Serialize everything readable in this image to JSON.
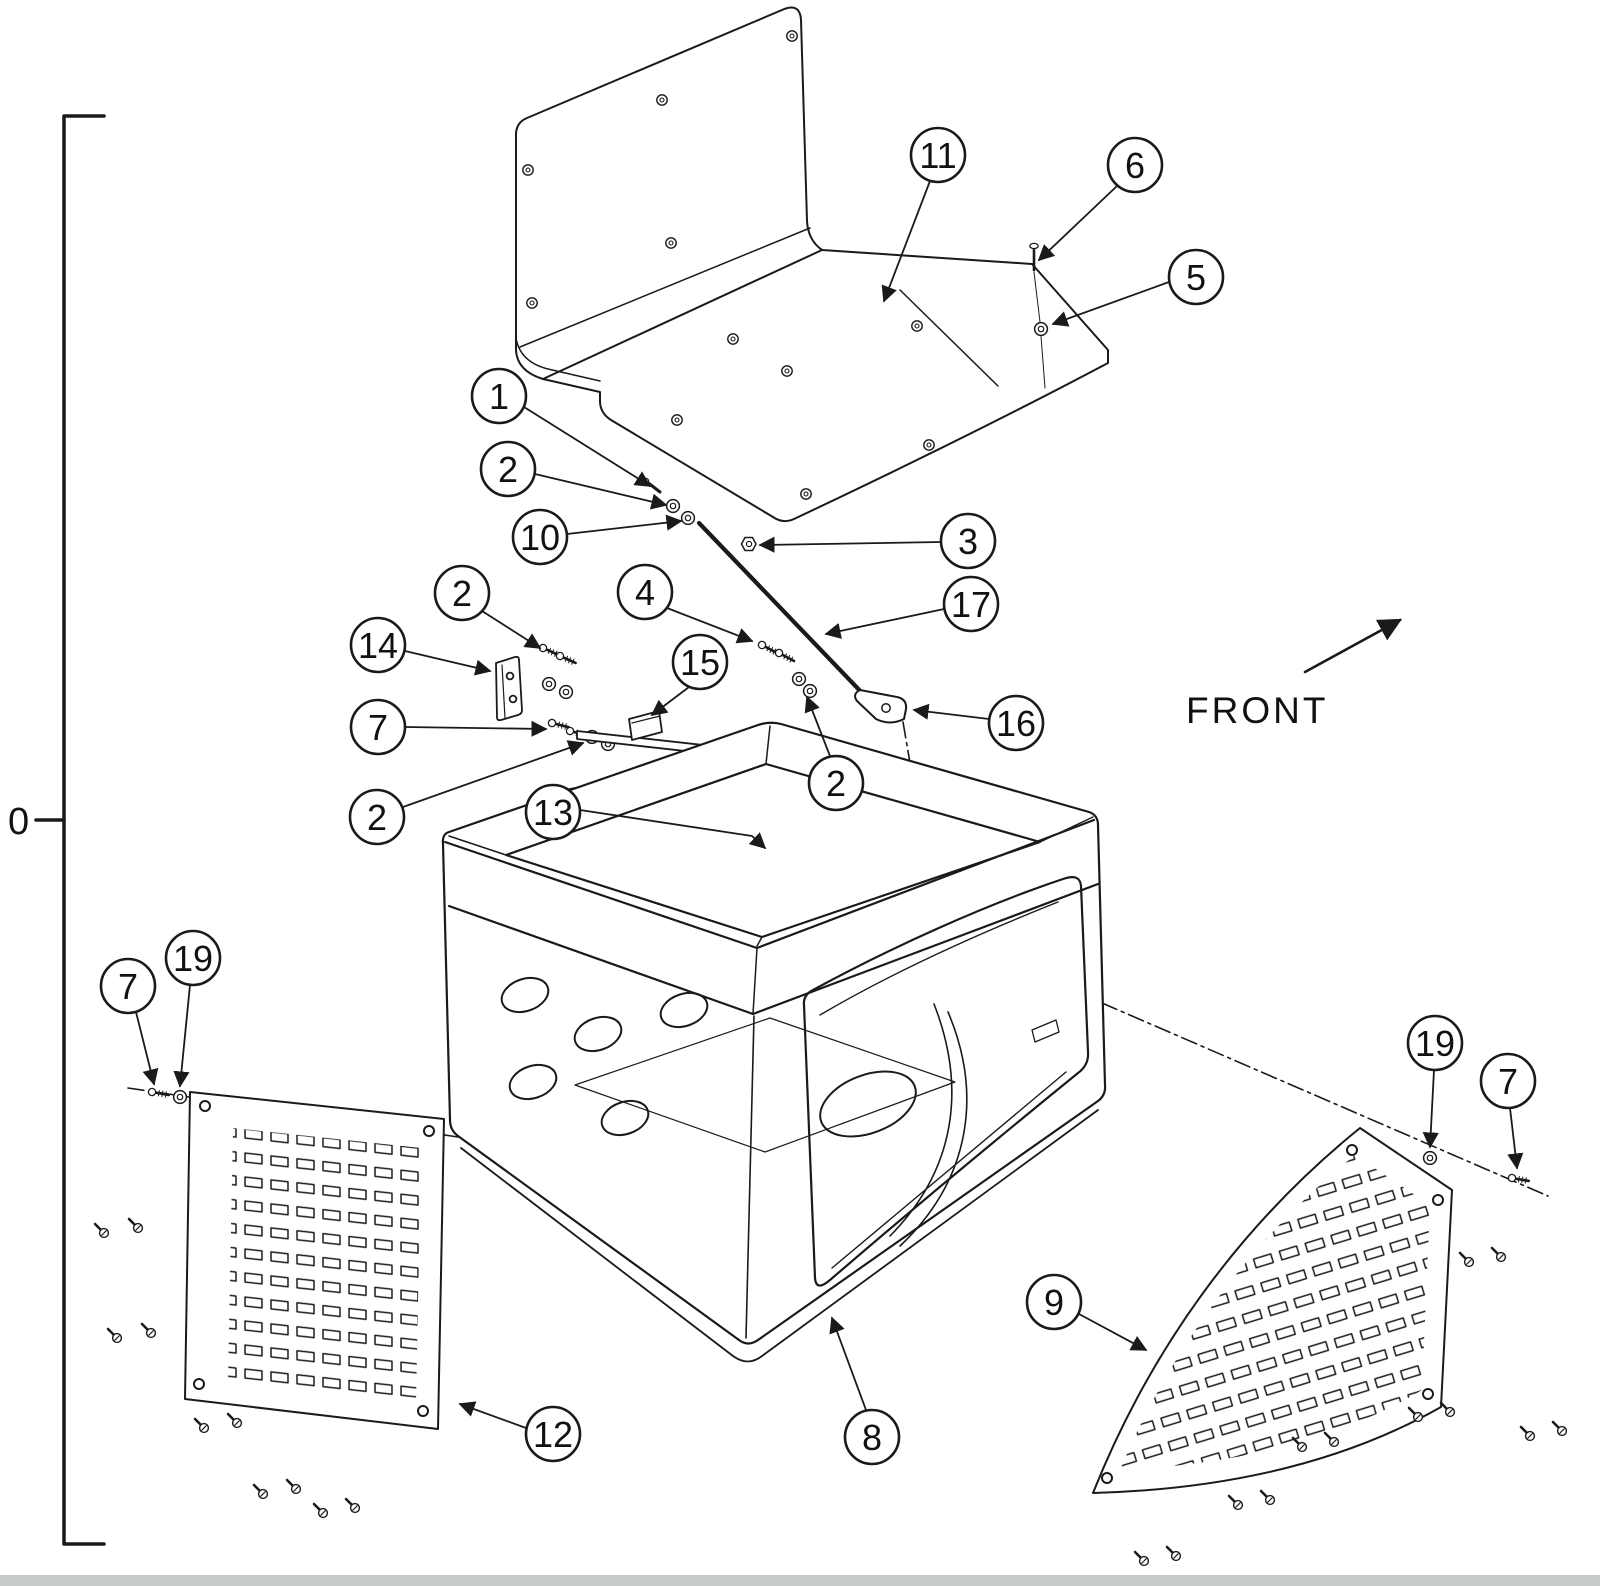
{
  "labels": {
    "front": "FRONT",
    "zero": "0"
  },
  "colors": {
    "line": "#1a1a1a",
    "background": "#ffffff",
    "bottom_strip": "#c9cccd"
  },
  "callouts": [
    {
      "ref": "11",
      "label": "11"
    },
    {
      "ref": "6",
      "label": "6"
    },
    {
      "ref": "5",
      "label": "5"
    },
    {
      "ref": "1",
      "label": "1"
    },
    {
      "ref": "2a",
      "label": "2"
    },
    {
      "ref": "10",
      "label": "10"
    },
    {
      "ref": "3",
      "label": "3"
    },
    {
      "ref": "2b",
      "label": "2"
    },
    {
      "ref": "4",
      "label": "4"
    },
    {
      "ref": "17",
      "label": "17"
    },
    {
      "ref": "14",
      "label": "14"
    },
    {
      "ref": "15",
      "label": "15"
    },
    {
      "ref": "7a",
      "label": "7"
    },
    {
      "ref": "16",
      "label": "16"
    },
    {
      "ref": "2c",
      "label": "2"
    },
    {
      "ref": "2d",
      "label": "2"
    },
    {
      "ref": "13",
      "label": "13"
    },
    {
      "ref": "19a",
      "label": "19"
    },
    {
      "ref": "7b",
      "label": "7"
    },
    {
      "ref": "19b",
      "label": "19"
    },
    {
      "ref": "7c",
      "label": "7"
    },
    {
      "ref": "9",
      "label": "9"
    },
    {
      "ref": "12",
      "label": "12"
    },
    {
      "ref": "8",
      "label": "8"
    }
  ]
}
